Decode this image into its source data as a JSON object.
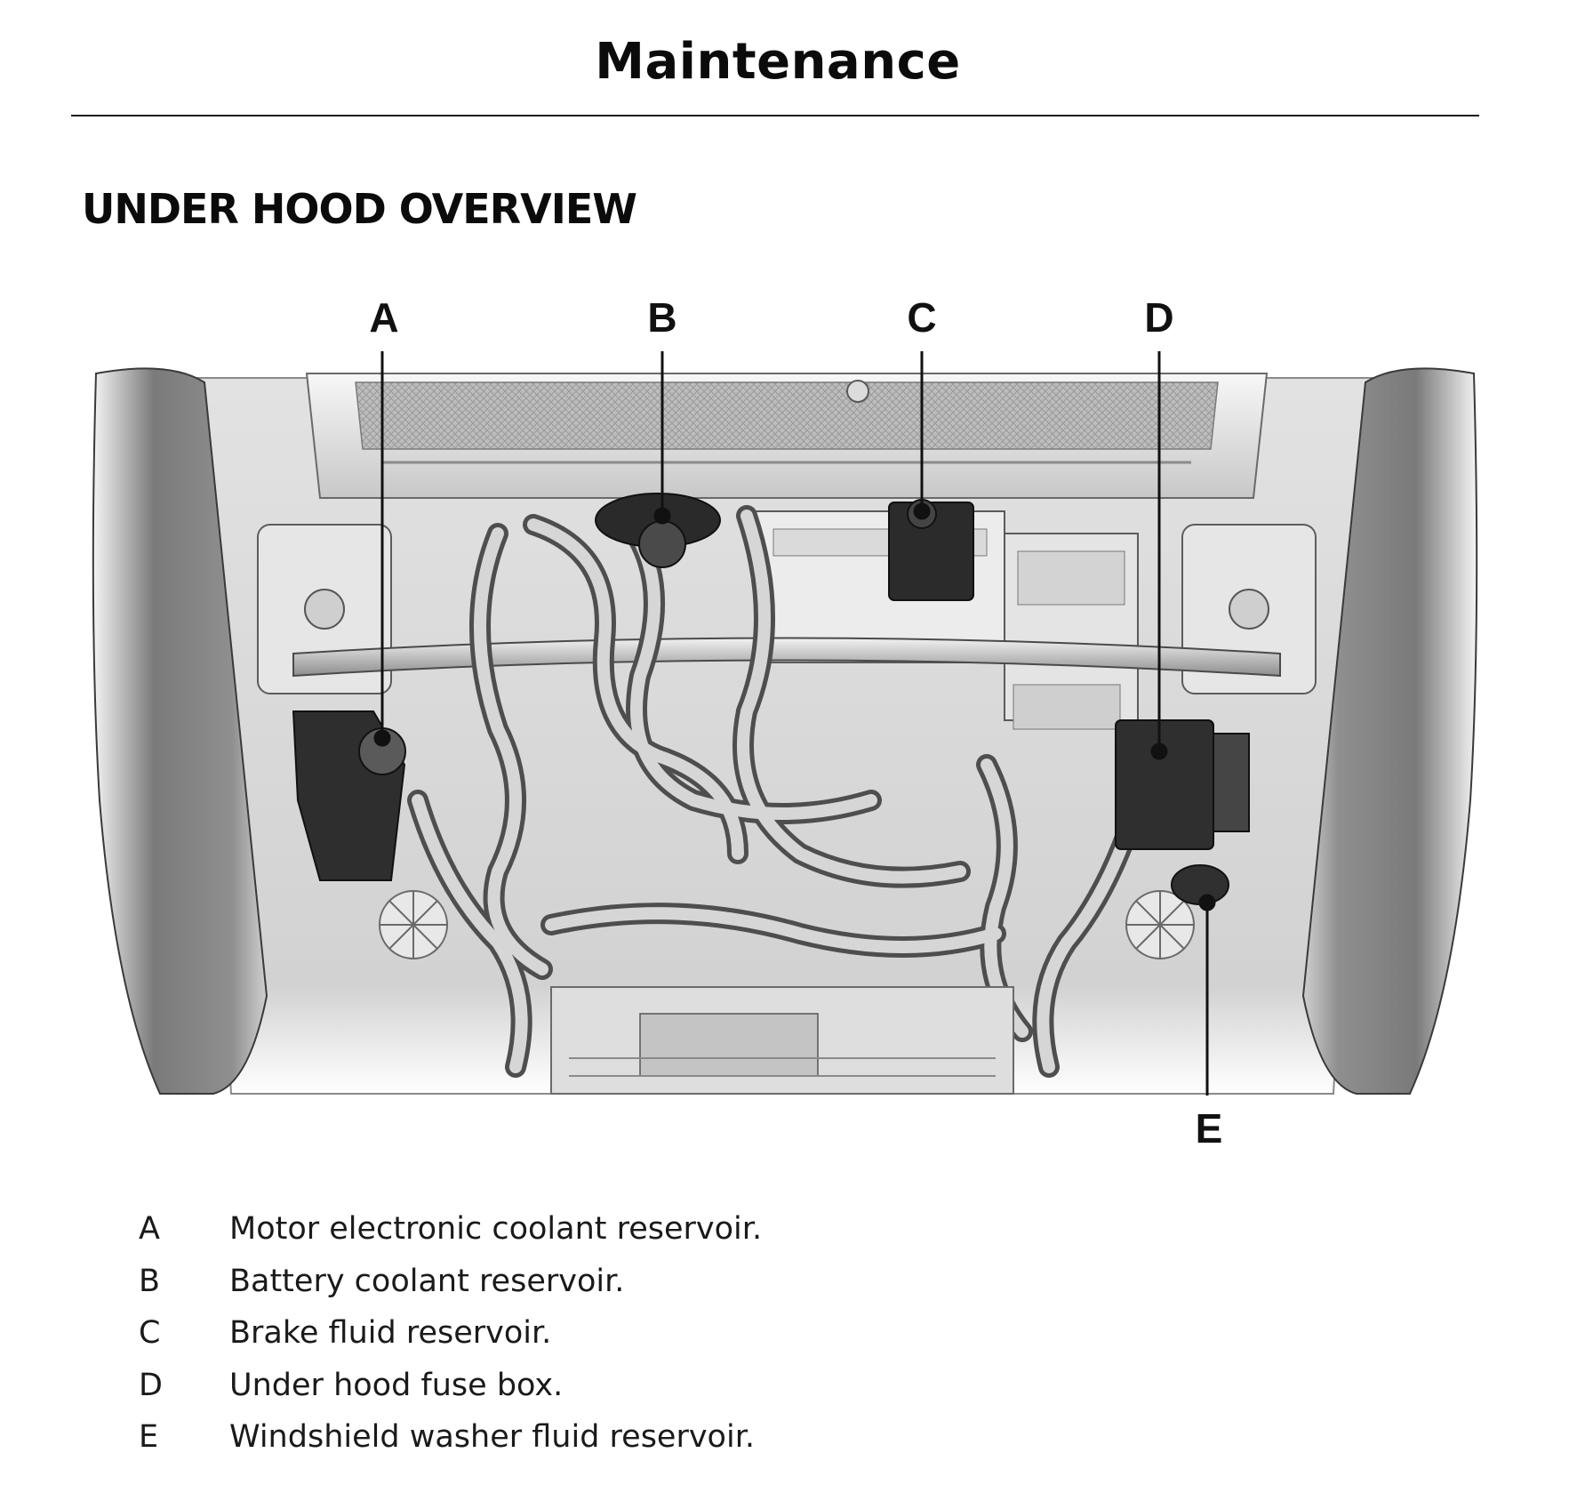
{
  "header": {
    "title": "Maintenance"
  },
  "section": {
    "heading": "UNDER HOOD OVERVIEW"
  },
  "diagram": {
    "callouts": [
      {
        "key": "A"
      },
      {
        "key": "B"
      },
      {
        "key": "C"
      },
      {
        "key": "D"
      },
      {
        "key": "E"
      }
    ]
  },
  "legend": {
    "items": [
      {
        "key": "A",
        "text": "Motor electronic coolant reservoir."
      },
      {
        "key": "B",
        "text": "Battery coolant reservoir."
      },
      {
        "key": "C",
        "text": "Brake fluid reservoir."
      },
      {
        "key": "D",
        "text": "Under hood fuse box."
      },
      {
        "key": "E",
        "text": "Windshield washer fluid reservoir."
      }
    ]
  },
  "colors": {
    "text": "#111111",
    "diagram_fill": "#d6d6d6",
    "diagram_dark": "#2b2b2b"
  }
}
